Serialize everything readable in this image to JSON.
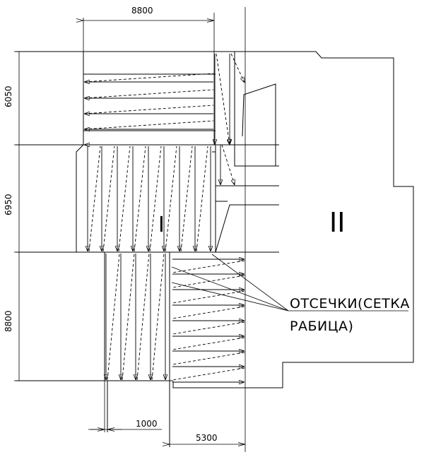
{
  "dimensions": {
    "top_width": "8800",
    "left_top": "6050",
    "left_middle": "6950",
    "left_bottom": "8800",
    "bottom_offset": "1000",
    "bottom_width": "5300"
  },
  "zones": {
    "zone_1": "I",
    "zone_2": "II"
  },
  "callout": {
    "line1": "ОТСЕЧКИ(СЕТКА",
    "line2": "РАБИЦА)"
  }
}
